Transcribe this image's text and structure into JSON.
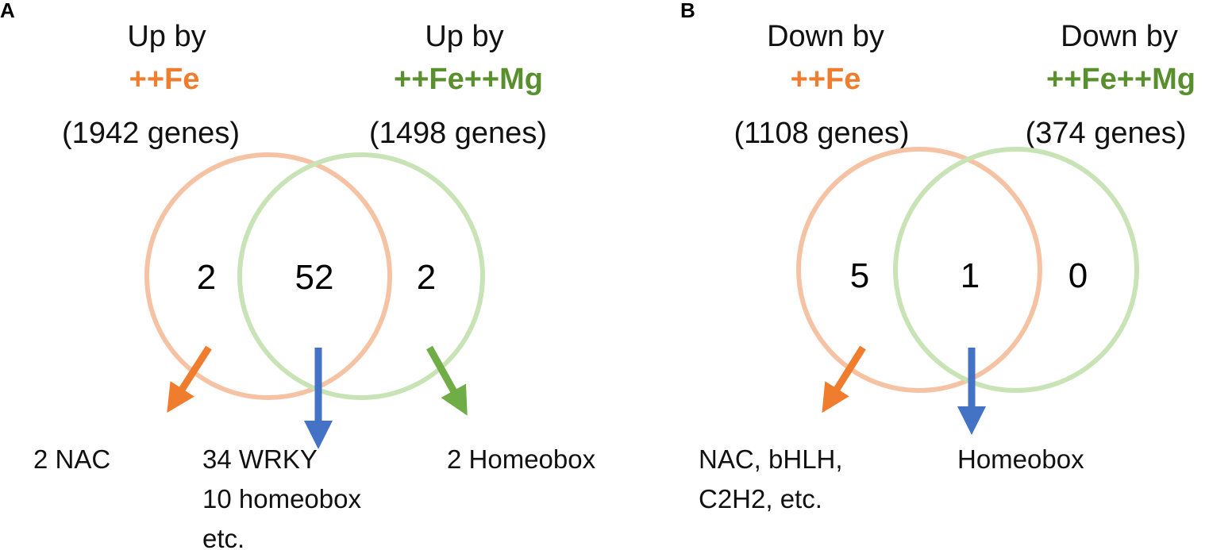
{
  "colors": {
    "fe_text": "#ef7d2d",
    "femg_text": "#5a8f2e",
    "fe_circle": "#f5c3a4",
    "femg_circle": "#c8e3b6",
    "arrow_orange": "#ef7d2d",
    "arrow_blue": "#4472c4",
    "arrow_green": "#70ad47"
  },
  "panels": [
    {
      "letter": "A",
      "left_header": {
        "line1": "Up by",
        "condition": "++Fe",
        "count": "(1942 genes)"
      },
      "right_header": {
        "line1": "Up by",
        "condition": "++Fe++Mg",
        "count": "(1498 genes)"
      },
      "regions": {
        "left_only": "2",
        "overlap": "52",
        "right_only": "2"
      },
      "labels": {
        "left": [
          "2 NAC"
        ],
        "middle": [
          "34 WRKY",
          "10 homeobox",
          "etc."
        ],
        "right": [
          "2 Homeobox"
        ]
      }
    },
    {
      "letter": "B",
      "left_header": {
        "line1": "Down by",
        "condition": "++Fe",
        "count": "(1108 genes)"
      },
      "right_header": {
        "line1": "Down by",
        "condition": "++Fe++Mg",
        "count": "(374 genes)"
      },
      "regions": {
        "left_only": "5",
        "overlap": "1",
        "right_only": "0"
      },
      "labels": {
        "left": [
          "NAC, bHLH,",
          "C2H2, etc."
        ],
        "middle": [
          "Homeobox"
        ]
      }
    }
  ]
}
